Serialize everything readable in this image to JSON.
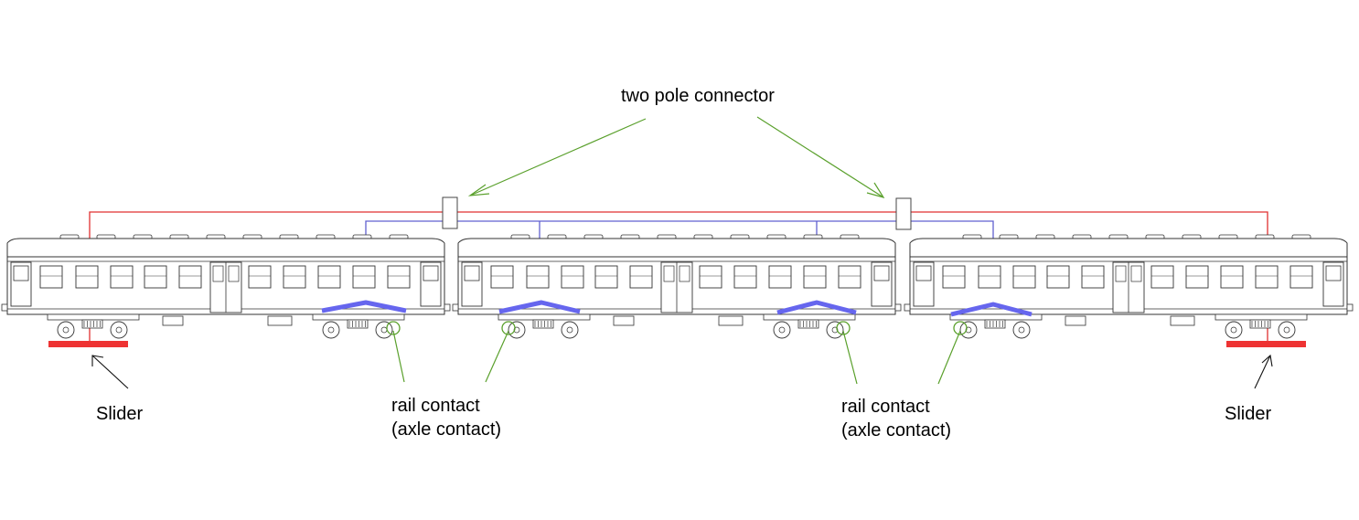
{
  "labels": {
    "connector": "two pole connector",
    "slider_left": "Slider",
    "slider_right": "Slider",
    "rail_left_line1": "rail contact",
    "rail_left_line2": "(axle contact)",
    "rail_right_line1": "rail contact",
    "rail_right_line2": "(axle contact)"
  },
  "colors": {
    "red_wire": "#e03030",
    "blue_wire": "#6060d0",
    "contact_blue": "#6666ee",
    "slider_red": "#ee3333",
    "pointer_green": "#5aa02c",
    "outline": "#333333"
  },
  "cars": [
    "car-1",
    "car-2",
    "car-3"
  ]
}
